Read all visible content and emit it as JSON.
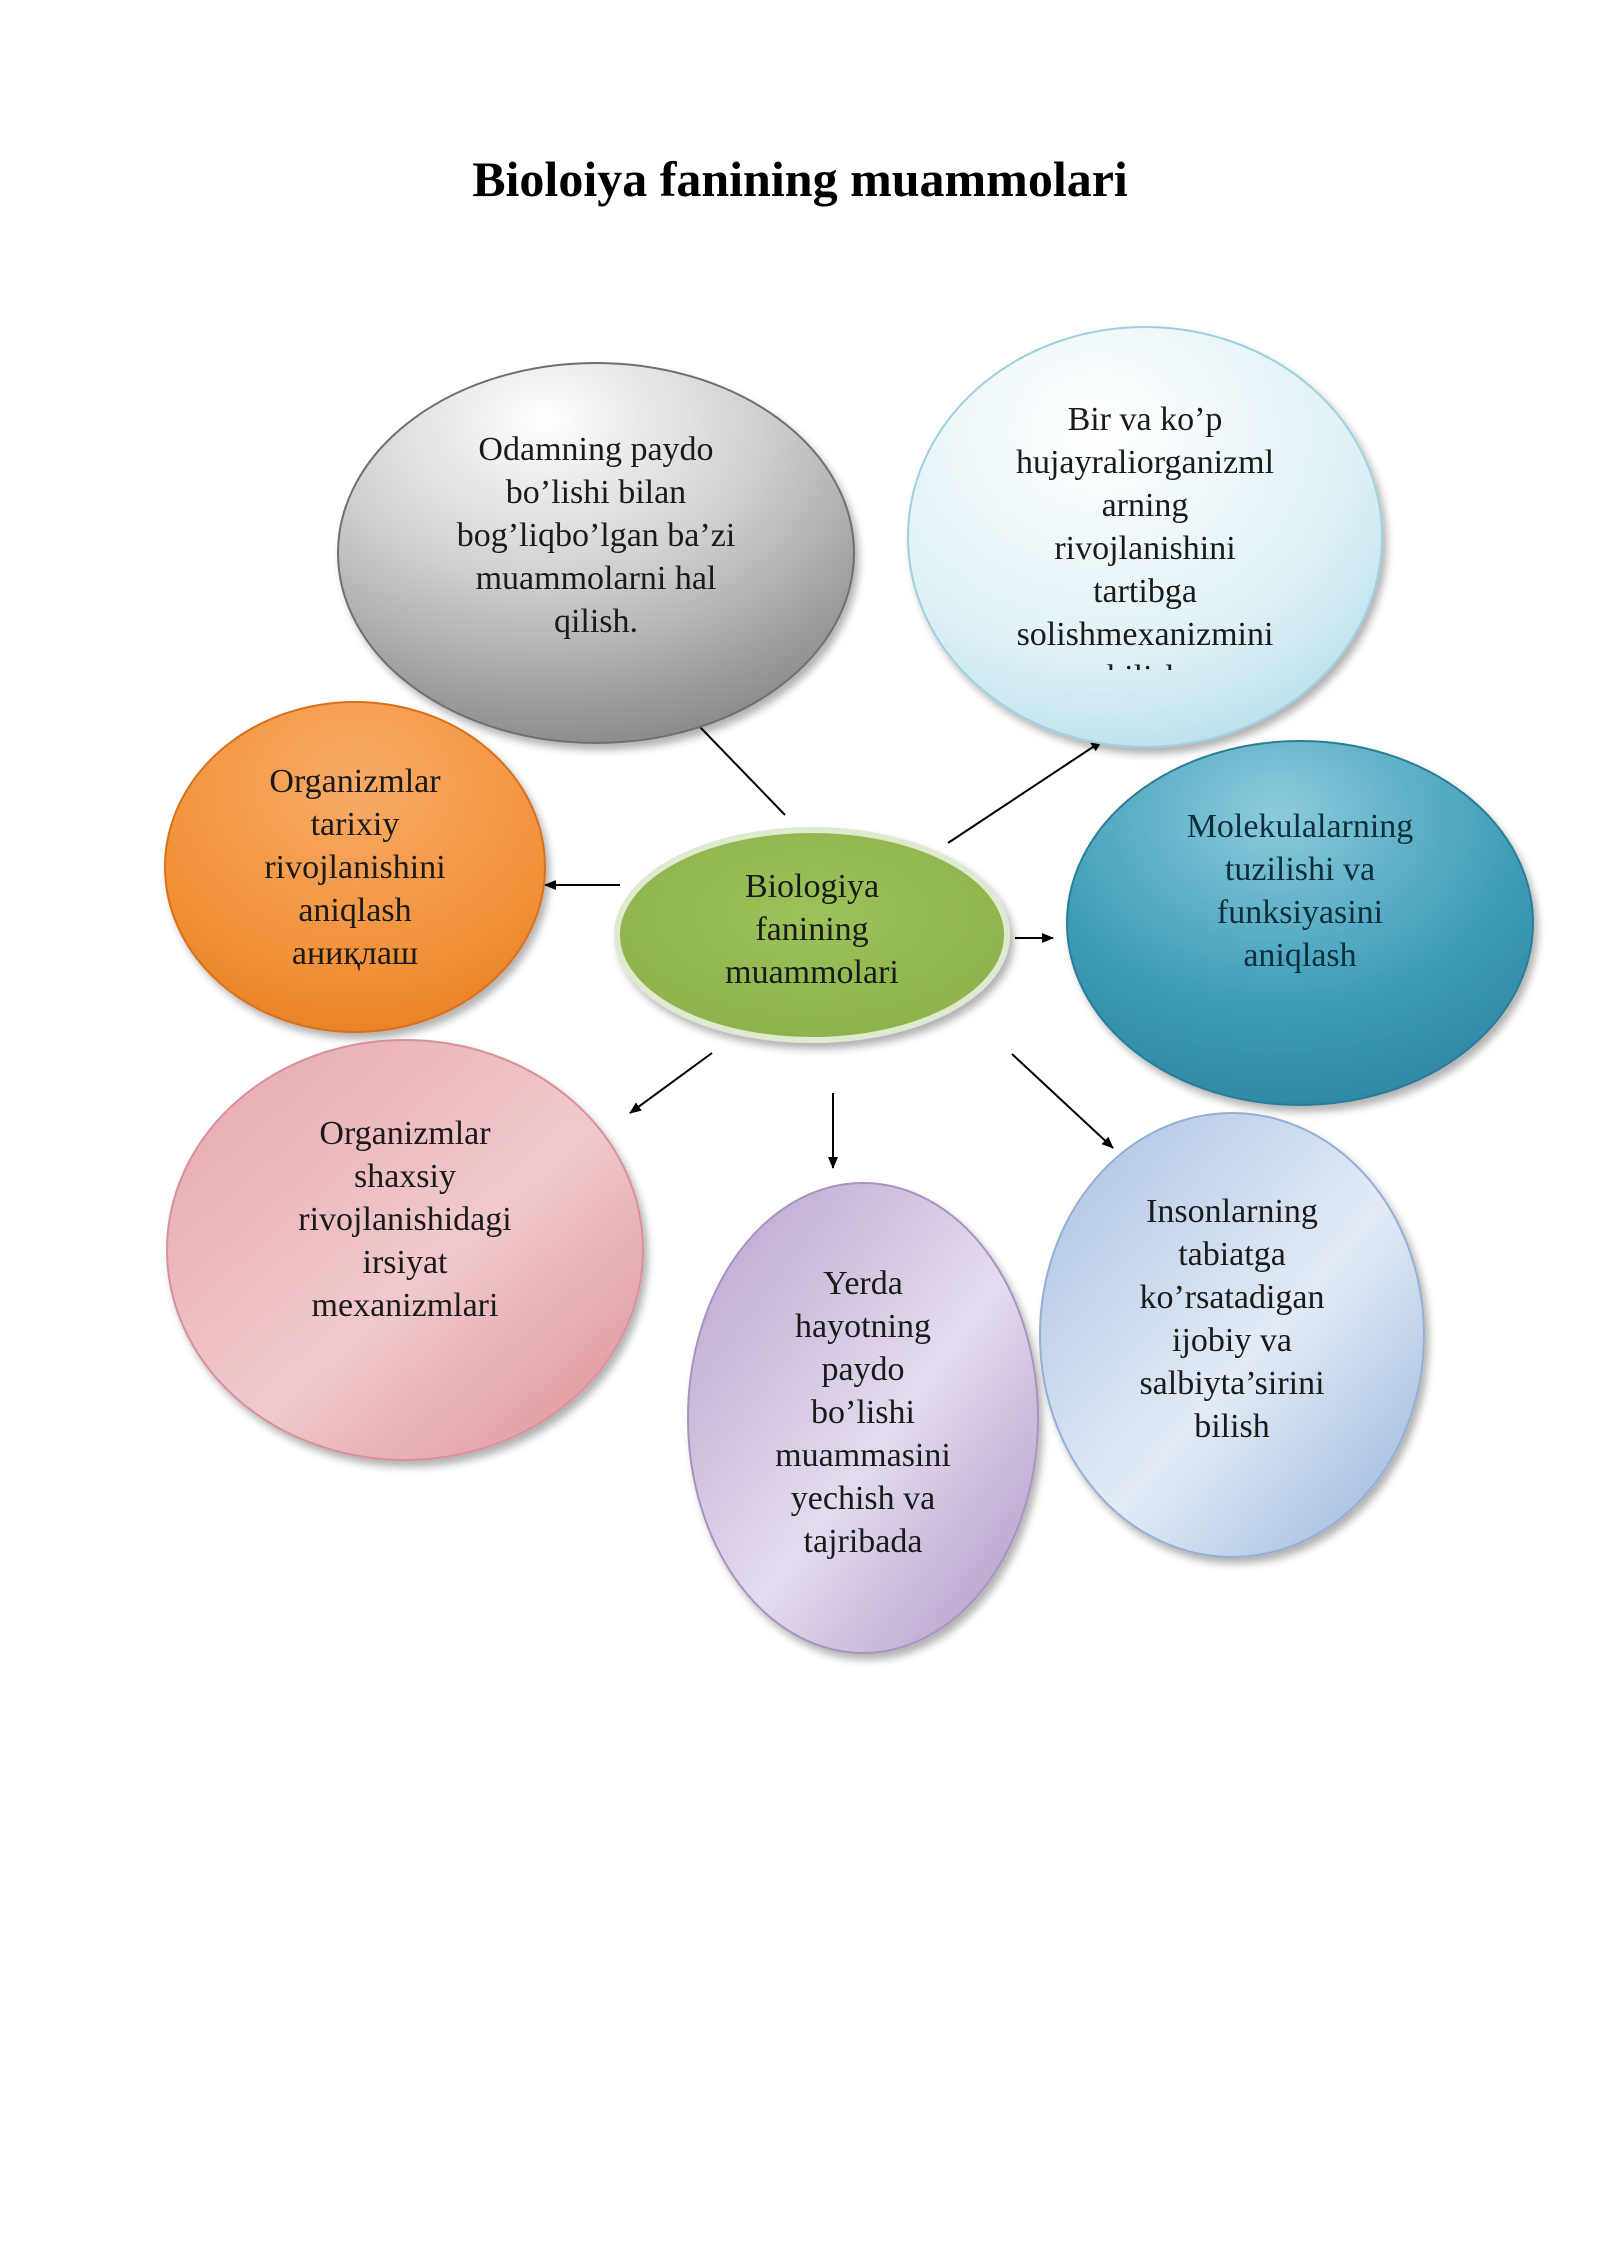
{
  "title": "Bioloiya fanining muammolari",
  "center": {
    "label": "Biologiya\nfanining\nmuammolari",
    "color": "#93b751"
  },
  "nodes": [
    {
      "id": "human-origin",
      "label": "Odamning paydo\nbo’lishi bilan\nbog’liqbo’lgan ba’zi\nmuammolarni hal\nqilish.",
      "color": "#9e9e9e"
    },
    {
      "id": "organism-development",
      "label": "Bir va ko’p\nhujayraliorganizml\narning\nrivojlanishini\ntartibga\nsolishmexanizmini\nbilish",
      "color": "#bfe3ee"
    },
    {
      "id": "historical-development",
      "label": "Organizmlar\ntarixiy\nrivojlanishini\naniqlash\nаниқлаш",
      "color": "#f0913a"
    },
    {
      "id": "molecules",
      "label": "Molekulalarning\ntuzilishi va\nfunksiyasini\naniqlash",
      "color": "#3c9ab7"
    },
    {
      "id": "heredity",
      "label": "Organizmlar\nshaxsiy\nrivojlanishidagi\nirsiyat\nmexanizmlari",
      "color": "#e6aab0"
    },
    {
      "id": "life-origin",
      "label": "Yerda\nhayotning\npaydo\nbo’lishi\nmuammasini\nyechish va\ntajribada",
      "color": "#c9b7da"
    },
    {
      "id": "human-nature",
      "label": "Insonlarning\ntabiatga\nko’rsatadigan\nijobiy va\nsalbiyta’sirini\nbilish",
      "color": "#b8cce6"
    }
  ]
}
